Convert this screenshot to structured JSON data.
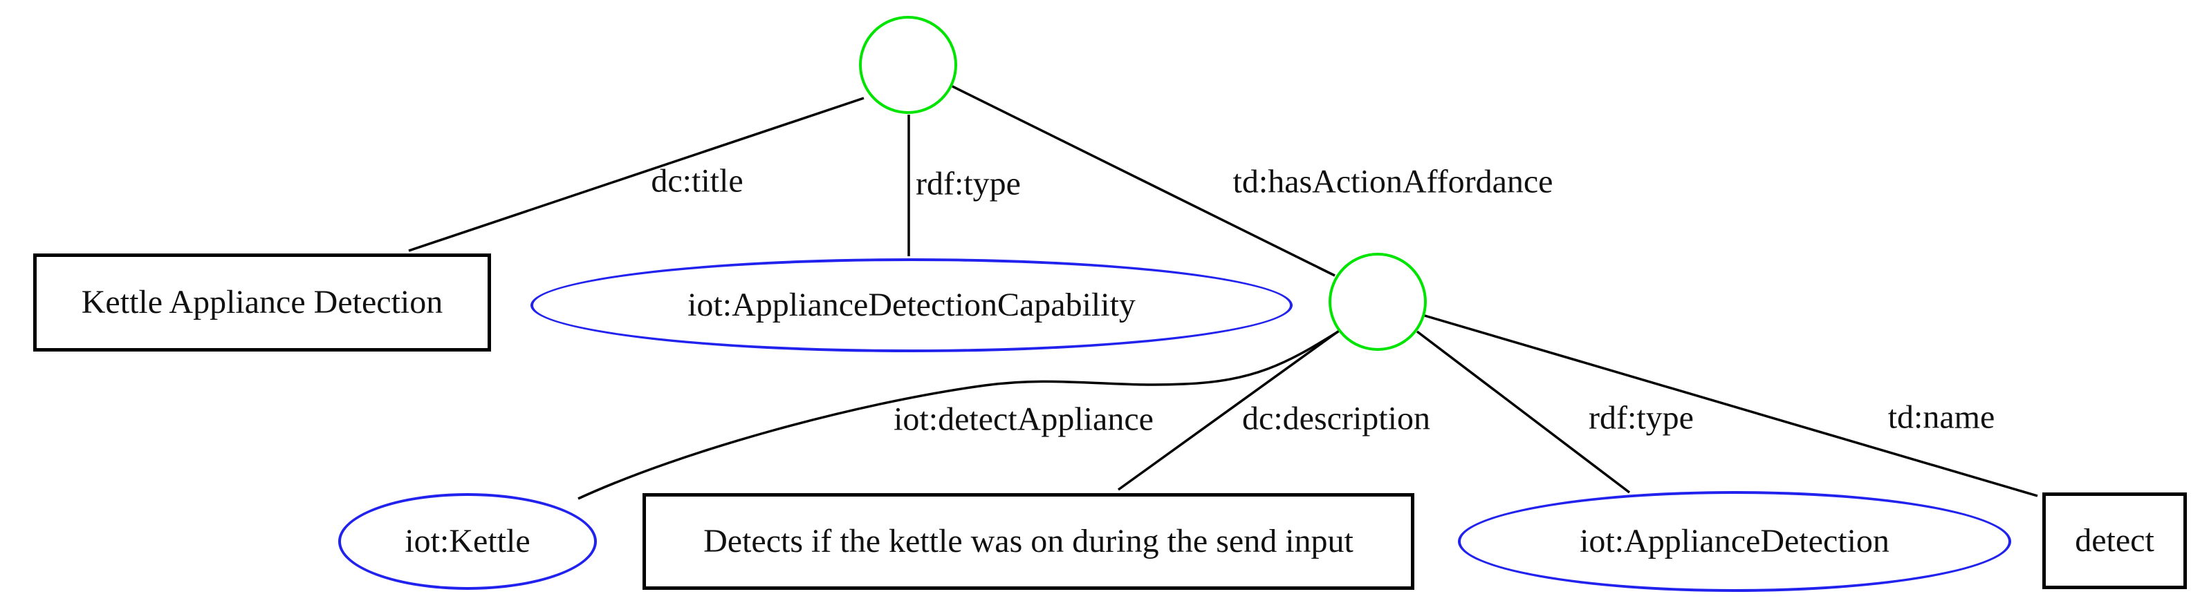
{
  "diagram": {
    "kind": "rdf-graph",
    "colors": {
      "background": "#ffffff",
      "edge": "#000000",
      "blank_node_border": "#00e400",
      "class_node_border": "#2222ee",
      "literal_node_border": "#000000"
    },
    "nodes": {
      "blank_thing": {
        "label": "",
        "type": "blank-node"
      },
      "title_literal": {
        "label": "Kettle Appliance Detection",
        "type": "literal"
      },
      "capability_class": {
        "label": "iot:ApplianceDetectionCapability",
        "type": "class"
      },
      "blank_action": {
        "label": "",
        "type": "blank-node"
      },
      "kettle_class": {
        "label": "iot:Kettle",
        "type": "class"
      },
      "description_literal": {
        "label": "Detects if the kettle was on during the send input",
        "type": "literal"
      },
      "detection_class": {
        "label": "iot:ApplianceDetection",
        "type": "class"
      },
      "name_literal": {
        "label": "detect",
        "type": "literal"
      }
    },
    "edges": {
      "dc_title": {
        "label": "dc:title",
        "from": "blank_thing",
        "to": "title_literal"
      },
      "rdf_type_top": {
        "label": "rdf:type",
        "from": "blank_thing",
        "to": "capability_class"
      },
      "td_has_action_affordance": {
        "label": "td:hasActionAffordance",
        "from": "blank_thing",
        "to": "blank_action"
      },
      "iot_detect_appliance": {
        "label": "iot:detectAppliance",
        "from": "blank_action",
        "to": "kettle_class"
      },
      "dc_description": {
        "label": "dc:description",
        "from": "blank_action",
        "to": "description_literal"
      },
      "rdf_type_bottom": {
        "label": "rdf:type",
        "from": "blank_action",
        "to": "detection_class"
      },
      "td_name": {
        "label": "td:name",
        "from": "blank_action",
        "to": "name_literal"
      }
    }
  }
}
